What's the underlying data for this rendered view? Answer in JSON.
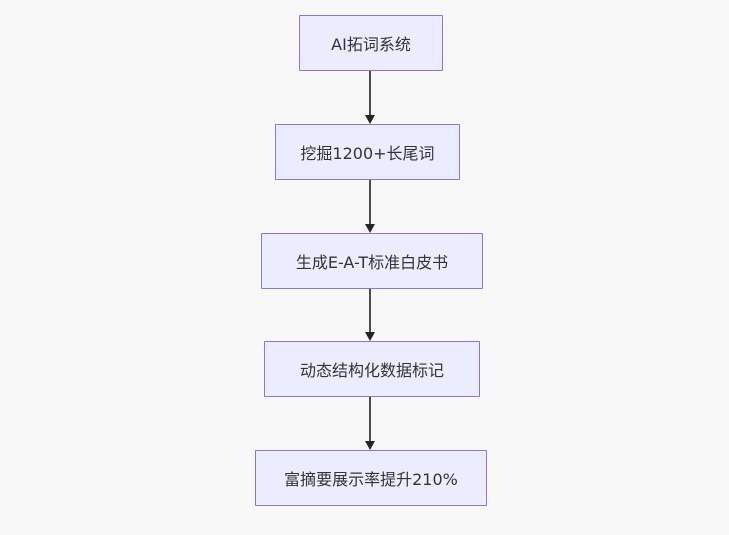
{
  "diagram": {
    "type": "flowchart",
    "direction": "top-down",
    "nodes": [
      {
        "id": "n1",
        "label": "AI拓词系统"
      },
      {
        "id": "n2",
        "label": "挖掘1200+长尾词"
      },
      {
        "id": "n3",
        "label": "生成E-A-T标准白皮书"
      },
      {
        "id": "n4",
        "label": "动态结构化数据标记"
      },
      {
        "id": "n5",
        "label": "富摘要展示率提升210%"
      }
    ],
    "edges": [
      {
        "from": "n1",
        "to": "n2"
      },
      {
        "from": "n2",
        "to": "n3"
      },
      {
        "from": "n3",
        "to": "n4"
      },
      {
        "from": "n4",
        "to": "n5"
      }
    ],
    "colors": {
      "node_fill": "#ECECFF",
      "node_border": "#9370DB",
      "node_text": "#333333",
      "edge_line": "#4d4d4d",
      "arrowhead": "#262626",
      "background": "#f8f8f8"
    }
  }
}
